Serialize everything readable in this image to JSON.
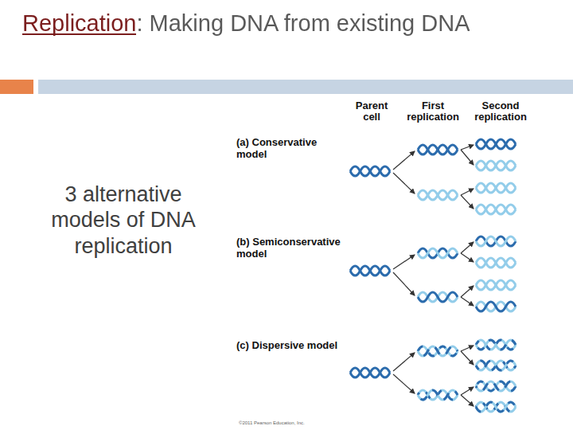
{
  "diagram": {
    "title": "Replication: Making DNA from existing DNA",
    "labels": [
      "3 alternative models of DNA replication",
      "Parent cell",
      "First replication",
      "Second replication",
      "(a) Conservative model",
      "(b) Semiconservative model",
      "(c) Dispersive model",
      "©2011 Pearson Education, Inc."
    ]
  }
}
